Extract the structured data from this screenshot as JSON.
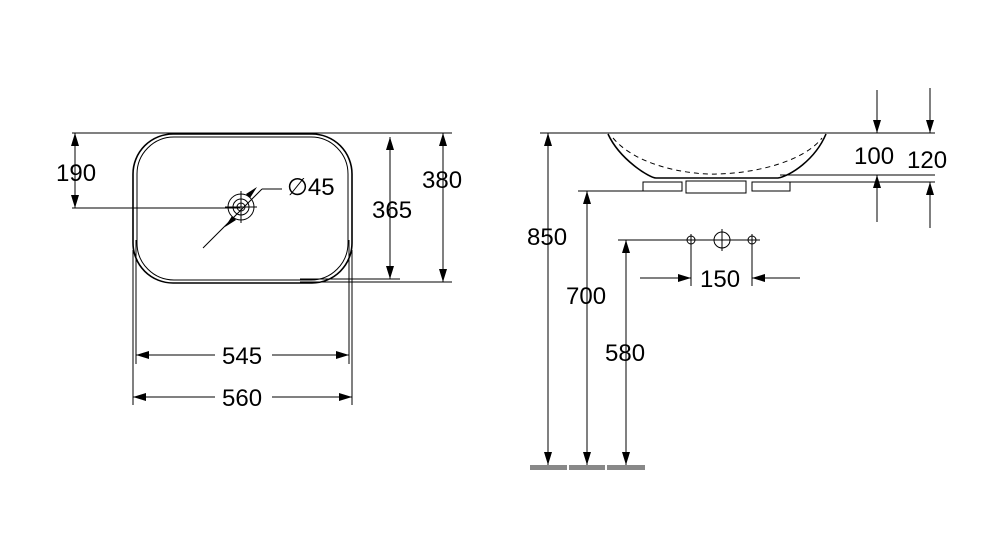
{
  "top_view": {
    "dims": {
      "offset": "190",
      "inner_depth": "365",
      "outer_depth": "380",
      "inner_width": "545",
      "outer_width": "560",
      "drain_diameter": "∅45"
    }
  },
  "side_view": {
    "dims": {
      "height_total": "850",
      "counter_height": "700",
      "tap_height": "580",
      "basin_inner_height": "100",
      "basin_outer_height": "120",
      "tap_spacing": "150"
    }
  }
}
